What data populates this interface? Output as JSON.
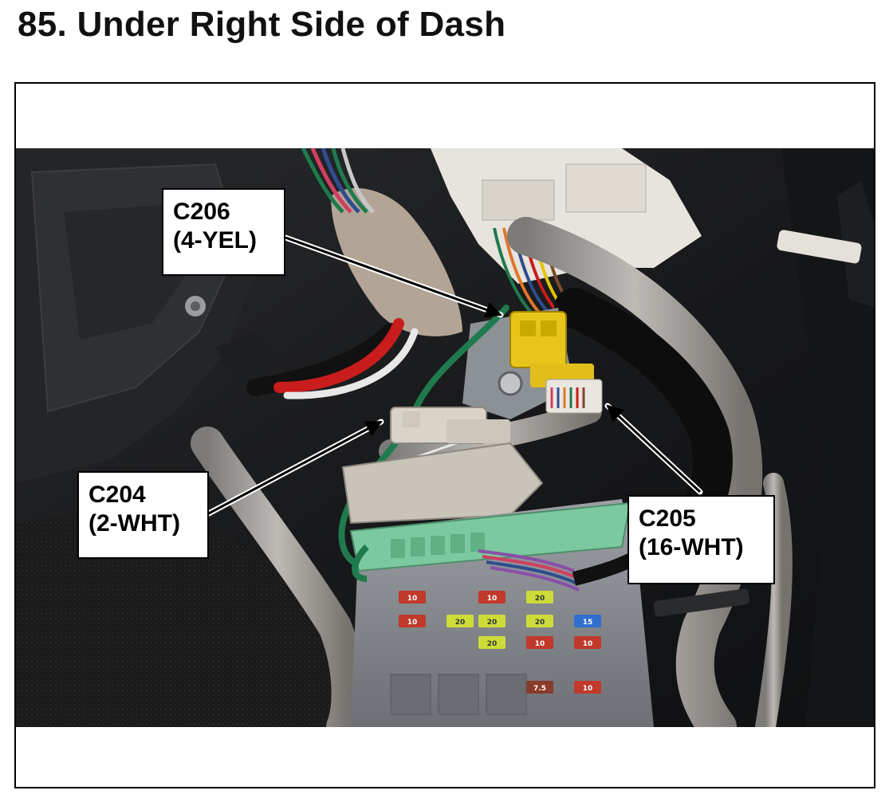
{
  "page": {
    "title": "85.  Under Right Side of Dash"
  },
  "callouts": [
    {
      "id": "C206",
      "code": "C206",
      "spec": "(4-YEL)"
    },
    {
      "id": "C204",
      "code": "C204",
      "spec": "(2-WHT)"
    },
    {
      "id": "C205",
      "code": "C205",
      "spec": "(16-WHT)"
    }
  ],
  "fuse_labels": [
    "10",
    "10",
    "20",
    "10",
    "20",
    "20",
    "20",
    "15",
    "20",
    "10",
    "10",
    "7.5",
    "10"
  ],
  "colors": {
    "connector_c206": "#e8c51a",
    "connector_c204": "#d9d3c8",
    "fuse_box_green": "#7cc9a0",
    "fuse_box_grey": "#8e9196",
    "wire_green": "#1f7a4d",
    "harness_grey": "#a8a6a3",
    "leader_arrow": "#000000"
  }
}
